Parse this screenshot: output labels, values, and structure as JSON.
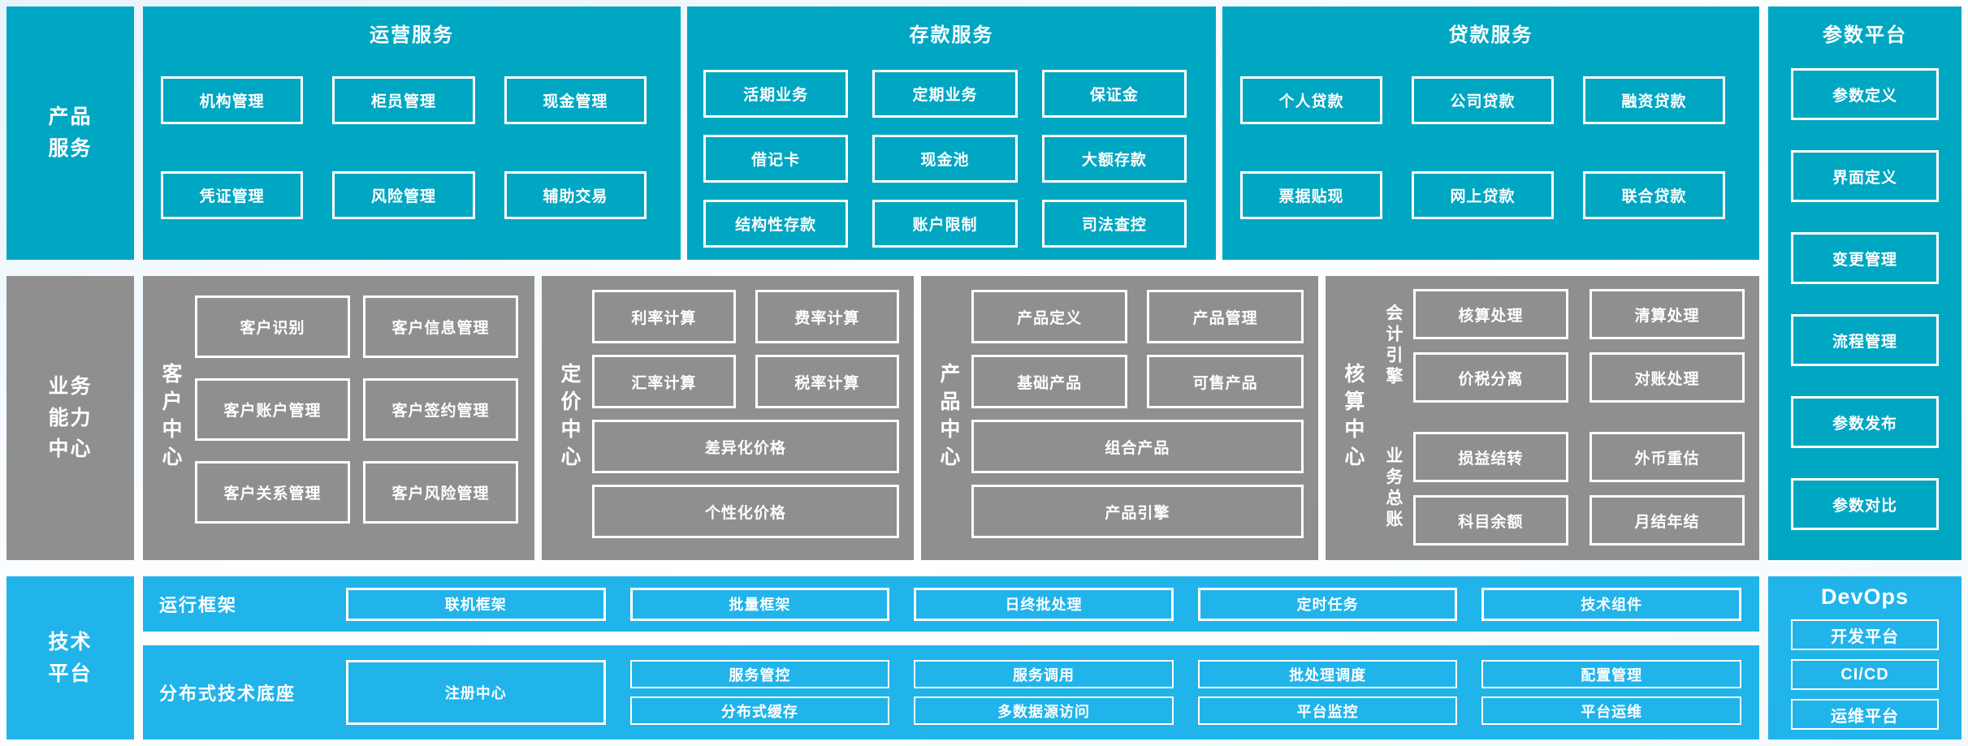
{
  "colors": {
    "teal": "#00a7c2",
    "gray": "#8f8f8f",
    "bright_blue": "#20b4ea",
    "box_border": "#ffffff",
    "text": "#ffffff"
  },
  "sidebars": {
    "product_services": "产品\n服务",
    "business_capability_center": "业务\n能力\n中心",
    "technology_platform": "技术\n平台"
  },
  "row1": {
    "operations": {
      "title": "运营服务",
      "items": [
        "机构管理",
        "柜员管理",
        "现金管理",
        "凭证管理",
        "风险管理",
        "辅助交易"
      ]
    },
    "deposit": {
      "title": "存款服务",
      "items": [
        "活期业务",
        "定期业务",
        "保证金",
        "借记卡",
        "现金池",
        "大额存款",
        "结构性存款",
        "账户限制",
        "司法查控"
      ]
    },
    "loan": {
      "title": "贷款服务",
      "items": [
        "个人贷款",
        "公司贷款",
        "融资贷款",
        "票据贴现",
        "网上贷款",
        "联合贷款"
      ]
    }
  },
  "param_platform": {
    "title": "参数平台",
    "items": [
      "参数定义",
      "界面定义",
      "变更管理",
      "流程管理",
      "参数发布",
      "参数对比"
    ]
  },
  "row2": {
    "customer_center": {
      "label": "客户中心",
      "items": [
        "客户识别",
        "客户信息管理",
        "客户账户管理",
        "客户签约管理",
        "客户关系管理",
        "客户风险管理"
      ]
    },
    "pricing_center": {
      "label": "定价中心",
      "grid_items": [
        "利率计算",
        "费率计算",
        "汇率计算",
        "税率计算"
      ],
      "wide_items": [
        "差异化价格",
        "个性化价格"
      ]
    },
    "product_center": {
      "label": "产品中心",
      "grid_items": [
        "产品定义",
        "产品管理",
        "基础产品",
        "可售产品"
      ],
      "wide_items": [
        "组合产品",
        "产品引擎"
      ]
    },
    "accounting_center": {
      "label": "核算中心",
      "groups": [
        {
          "label": "会计引擎",
          "items": [
            "核算处理",
            "清算处理",
            "价税分离",
            "对账处理"
          ]
        },
        {
          "label": "业务总账",
          "items": [
            "损益结转",
            "外币重估",
            "科目余额",
            "月结年结"
          ]
        }
      ]
    }
  },
  "row3": {
    "runtime_framework": {
      "label": "运行框架",
      "items": [
        "联机框架",
        "批量框架",
        "日终批处理",
        "定时任务",
        "技术组件"
      ]
    },
    "distributed_base": {
      "label": "分布式技术底座",
      "registry": "注册中心",
      "items": [
        "服务管控",
        "服务调用",
        "批处理调度",
        "配置管理",
        "分布式缓存",
        "多数据源访问",
        "平台监控",
        "平台运维"
      ]
    },
    "devops": {
      "title": "DevOps",
      "items": [
        "开发平台",
        "CI/CD",
        "运维平台"
      ]
    }
  }
}
